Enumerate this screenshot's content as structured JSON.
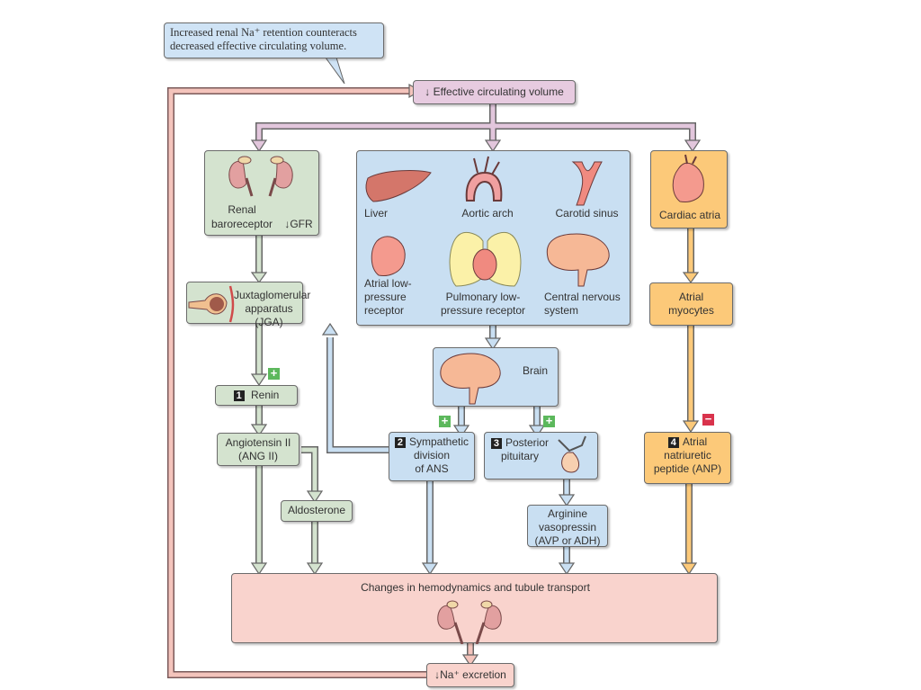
{
  "callout": {
    "line1": "Increased renal Na⁺ retention counteracts",
    "line2": "decreased effective circulating volume."
  },
  "top_node": {
    "arrow": "↓",
    "label": "Effective circulating volume"
  },
  "renal": {
    "line1": "Renal",
    "line2": "baroreceptor",
    "gfr": "↓GFR"
  },
  "sensors": {
    "liver": "Liver",
    "aortic": "Aortic arch",
    "carotid": "Carotid sinus",
    "atrial_low": [
      "Atrial low-",
      "pressure",
      "receptor"
    ],
    "pulmonary": [
      "Pulmonary low-",
      "pressure receptor"
    ],
    "cns": [
      "Central nervous",
      "system"
    ]
  },
  "cardiac_atria": "Cardiac atria",
  "jga": [
    "Juxtaglomerular",
    "apparatus (JGA)"
  ],
  "atrial_myocytes": [
    "Atrial",
    "myocytes"
  ],
  "brain": "Brain",
  "renin": {
    "num": "1",
    "label": "Renin"
  },
  "ang2": [
    "Angiotensin II",
    "(ANG II)"
  ],
  "aldosterone": "Aldosterone",
  "sympathetic": {
    "num": "2",
    "lines": [
      "Sympathetic",
      "division",
      "of ANS"
    ]
  },
  "pituitary": {
    "num": "3",
    "lines": [
      "Posterior",
      "pituitary"
    ]
  },
  "avp": [
    "Arginine",
    "vasopressin",
    "(AVP or ADH)"
  ],
  "anp": {
    "num": "4",
    "lines": [
      "Atrial",
      "natriuretic",
      "peptide (ANP)"
    ]
  },
  "signs": {
    "plus": "+",
    "minus": "−"
  },
  "changes": "Changes in hemodynamics and tubule transport",
  "excretion": {
    "arrow": "↓",
    "label": "Na⁺ excretion"
  },
  "colors": {
    "green": "#d4e3cf",
    "blue": "#c9dff2",
    "orange": "#fcc979",
    "pink": "#f9d3cd",
    "purple": "#e7cbe0"
  }
}
